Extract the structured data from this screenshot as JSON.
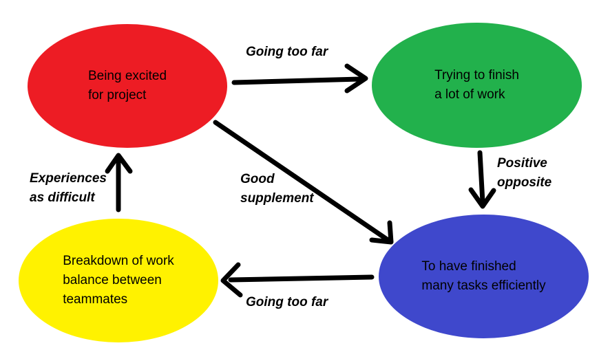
{
  "diagram": {
    "background_color": "#ffffff",
    "arrow_color": "#000000",
    "nodes": [
      {
        "id": "excited",
        "label": "Being excited\nfor project",
        "color": "#ed1c24",
        "shape": "ellipse"
      },
      {
        "id": "finish",
        "label": "Trying to finish\na lot of work",
        "color": "#22b14c",
        "shape": "ellipse"
      },
      {
        "id": "finished",
        "label": "To have finished\nmany tasks efficiently",
        "color": "#3f48cc",
        "shape": "ellipse"
      },
      {
        "id": "breakdown",
        "label": "Breakdown of work\nbalance between\nteammates",
        "color": "#fff200",
        "shape": "ellipse"
      }
    ],
    "edges": [
      {
        "from": "excited",
        "to": "finish",
        "label": "Going too far"
      },
      {
        "from": "finish",
        "to": "finished",
        "label": "Positive\nopposite"
      },
      {
        "from": "excited",
        "to": "finished",
        "label": "Good\nsupplement"
      },
      {
        "from": "finished",
        "to": "breakdown",
        "label": "Going too far"
      },
      {
        "from": "breakdown",
        "to": "excited",
        "label": "Experiences\nas difficult"
      }
    ]
  }
}
